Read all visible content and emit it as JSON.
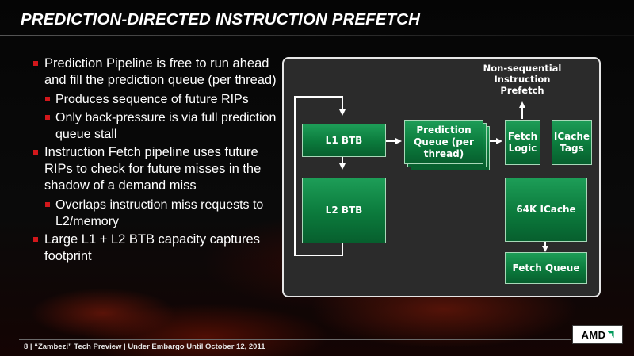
{
  "title": "PREDICTION-DIRECTED INSTRUCTION PREFETCH",
  "bullets": [
    {
      "level": 1,
      "text": "Prediction Pipeline is free to run ahead and fill the prediction queue (per thread)"
    },
    {
      "level": 2,
      "text": "Produces sequence of future RIPs"
    },
    {
      "level": 2,
      "text": "Only back-pressure is via full prediction queue stall"
    },
    {
      "level": 1,
      "text": "Instruction Fetch pipeline uses future RIPs to check for future misses in the shadow of a demand miss"
    },
    {
      "level": 2,
      "text": "Overlaps instruction miss requests to L2/memory"
    },
    {
      "level": 1,
      "text": "Large L1 + L2 BTB capacity captures footprint"
    }
  ],
  "diagram": {
    "nonseq_label": "Non-sequential Instruction Prefetch",
    "l1_btb": "L1 BTB",
    "l2_btb": "L2 BTB",
    "prediction_queue": "Prediction Queue (per thread)",
    "fetch_logic": "Fetch Logic",
    "icache_tags": "ICache Tags",
    "icache": "64K ICache",
    "fetch_queue": "Fetch Queue"
  },
  "footer": "8  |  “Zambezi” Tech Preview | Under Embargo Until October 12, 2011",
  "logo": {
    "text": "AMD",
    "accent_color": "#00995a"
  },
  "colors": {
    "bullet": "#d2171b",
    "box_green": "#0b7a3c",
    "panel": "#2b2b2b"
  }
}
